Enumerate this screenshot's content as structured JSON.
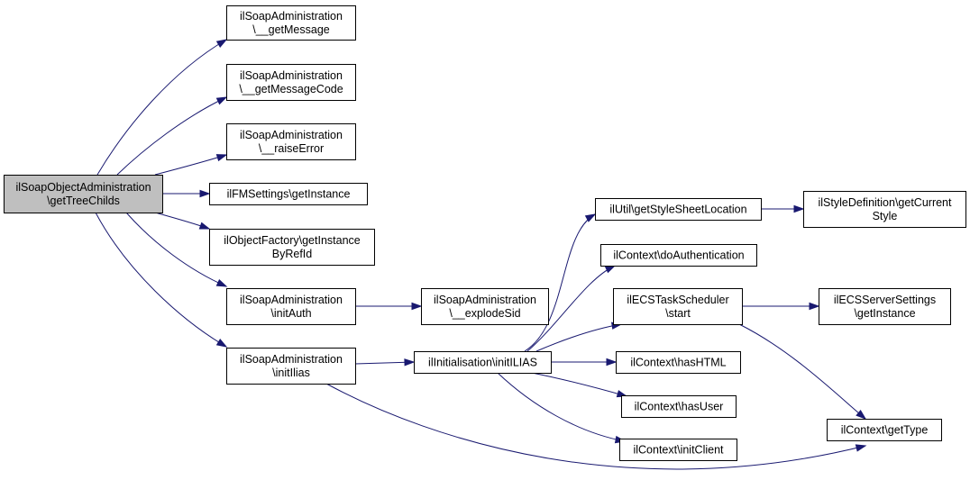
{
  "diagram": {
    "nodes": [
      {
        "id": "root",
        "lines": [
          "ilSoapObjectAdministration",
          "\\getTreeChilds"
        ],
        "highlighted": true
      },
      {
        "id": "getMessage",
        "lines": [
          "ilSoapAdministration",
          "\\__getMessage"
        ]
      },
      {
        "id": "getMessageCode",
        "lines": [
          "ilSoapAdministration",
          "\\__getMessageCode"
        ]
      },
      {
        "id": "raiseError",
        "lines": [
          "ilSoapAdministration",
          "\\__raiseError"
        ]
      },
      {
        "id": "fmGetInstance",
        "lines": [
          "ilFMSettings\\getInstance"
        ]
      },
      {
        "id": "getInstanceByRefId",
        "lines": [
          "ilObjectFactory\\getInstance",
          "ByRefId"
        ]
      },
      {
        "id": "initAuth",
        "lines": [
          "ilSoapAdministration",
          "\\initAuth"
        ]
      },
      {
        "id": "initIlias",
        "lines": [
          "ilSoapAdministration",
          "\\initIlias"
        ]
      },
      {
        "id": "explodeSid",
        "lines": [
          "ilSoapAdministration",
          "\\__explodeSid"
        ]
      },
      {
        "id": "initILIAS",
        "lines": [
          "ilInitialisation\\initILIAS"
        ]
      },
      {
        "id": "getStyleSheetLocation",
        "lines": [
          "ilUtil\\getStyleSheetLocation"
        ]
      },
      {
        "id": "doAuthentication",
        "lines": [
          "ilContext\\doAuthentication"
        ]
      },
      {
        "id": "ecsStart",
        "lines": [
          "ilECSTaskScheduler",
          "\\start"
        ]
      },
      {
        "id": "hasHTML",
        "lines": [
          "ilContext\\hasHTML"
        ]
      },
      {
        "id": "hasUser",
        "lines": [
          "ilContext\\hasUser"
        ]
      },
      {
        "id": "initClient",
        "lines": [
          "ilContext\\initClient"
        ]
      },
      {
        "id": "getCurrentStyle",
        "lines": [
          "ilStyleDefinition\\getCurrent",
          "Style"
        ]
      },
      {
        "id": "ecsServerGetInstance",
        "lines": [
          "ilECSServerSettings",
          "\\getInstance"
        ]
      },
      {
        "id": "getType",
        "lines": [
          "ilContext\\getType"
        ]
      }
    ],
    "edges": [
      {
        "from": "root",
        "to": "getMessage"
      },
      {
        "from": "root",
        "to": "getMessageCode"
      },
      {
        "from": "root",
        "to": "raiseError"
      },
      {
        "from": "root",
        "to": "fmGetInstance"
      },
      {
        "from": "root",
        "to": "getInstanceByRefId"
      },
      {
        "from": "root",
        "to": "initAuth"
      },
      {
        "from": "root",
        "to": "initIlias"
      },
      {
        "from": "initAuth",
        "to": "explodeSid"
      },
      {
        "from": "initIlias",
        "to": "initILIAS"
      },
      {
        "from": "initIlias",
        "to": "getType"
      },
      {
        "from": "initILIAS",
        "to": "getStyleSheetLocation"
      },
      {
        "from": "initILIAS",
        "to": "doAuthentication"
      },
      {
        "from": "initILIAS",
        "to": "ecsStart"
      },
      {
        "from": "initILIAS",
        "to": "hasHTML"
      },
      {
        "from": "initILIAS",
        "to": "hasUser"
      },
      {
        "from": "initILIAS",
        "to": "initClient"
      },
      {
        "from": "getStyleSheetLocation",
        "to": "getCurrentStyle"
      },
      {
        "from": "ecsStart",
        "to": "ecsServerGetInstance"
      },
      {
        "from": "ecsStart",
        "to": "getType"
      }
    ],
    "colors": {
      "edge": "#191970",
      "root_fill": "#bfbfbf",
      "node_fill": "#ffffff",
      "border": "#000000"
    }
  }
}
